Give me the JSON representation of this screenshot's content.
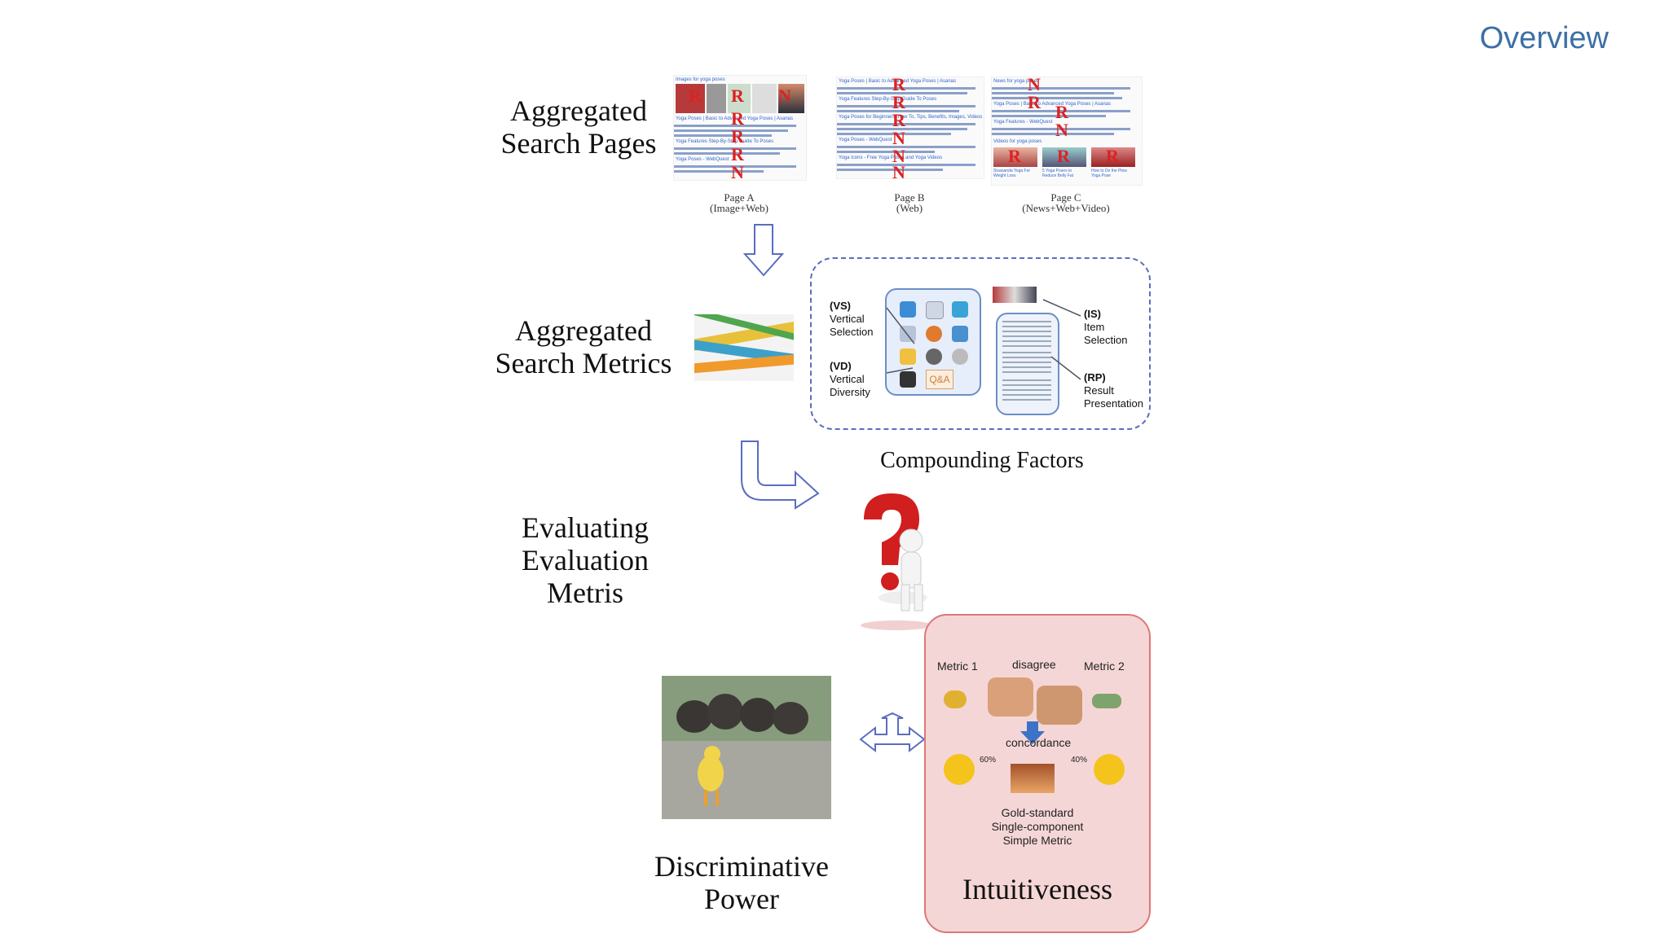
{
  "header": {
    "title": "Overview"
  },
  "stages": {
    "agg_pages": "Aggregated\nSearch Pages",
    "agg_metrics": "Aggregated\nSearch Metrics",
    "evaluating": "Evaluating\nEvaluation\nMetris",
    "discriminative": "Discriminative\nPower",
    "intuitiveness": "Intuitiveness"
  },
  "pages": [
    {
      "name": "Page A",
      "type": "(Image+Web)"
    },
    {
      "name": "Page B",
      "type": "(Web)"
    },
    {
      "name": "Page C",
      "type": "(News+Web+Video)"
    }
  ],
  "thumb_text": {
    "a_header": "Images for yoga poses",
    "a_result1": "Yoga Poses | Basic to Advanced Yoga Poses | Asanas",
    "a_result2": "Yoga Features Step-By-Step Guide To Poses",
    "a_result3": "Yoga Poses - WebQuest",
    "b_result1": "Yoga Poses | Basic to Advanced Yoga Poses | Asanas",
    "b_result2": "Yoga Features Step-By-Step Guide To Poses",
    "b_result3": "Yoga Poses for Beginners: How To, Tips, Benefits, Images, Videos",
    "b_result4": "Yoga Poses - WebQuest",
    "b_result5": "Yoga Icons - Free Yoga Poses and Yoga Videos",
    "c_header": "News for yoga poses",
    "c_result1": "Yoga Poses | Basic to Advanced Yoga Poses | Asanas",
    "c_result2": "Yoga Features - WebQuest",
    "c_video": "Videos for yoga poses",
    "c_v1": "Sivananda Yoga For Weight Loss",
    "c_v2": "5 Yoga Poses to Reduce Belly Fat",
    "c_v3": "How to Do the Plow Yoga Pose"
  },
  "factors": {
    "title": "Compounding Factors",
    "vs": {
      "code": "(VS)",
      "l1": "Vertical",
      "l2": "Selection"
    },
    "vd": {
      "code": "(VD)",
      "l1": "Vertical",
      "l2": "Diversity"
    },
    "is": {
      "code": "(IS)",
      "l1": "Item",
      "l2": "Selection"
    },
    "rp": {
      "code": "(RP)",
      "l1": "Result",
      "l2": "Presentation"
    },
    "qa_label": "Q&A"
  },
  "intuit": {
    "metric1": "Metric 1",
    "metric2": "Metric 2",
    "disagree": "disagree",
    "concordance": "concordance",
    "pct_left": "60%",
    "pct_right": "40%",
    "gold1": "Gold-standard",
    "gold2": "Single-component",
    "gold3": "Simple Metric"
  },
  "colors": {
    "accent": "#3d6fa6",
    "arrow": "#5b6cc0",
    "pink": "#f5d6d6",
    "rn": "#dd2222"
  }
}
